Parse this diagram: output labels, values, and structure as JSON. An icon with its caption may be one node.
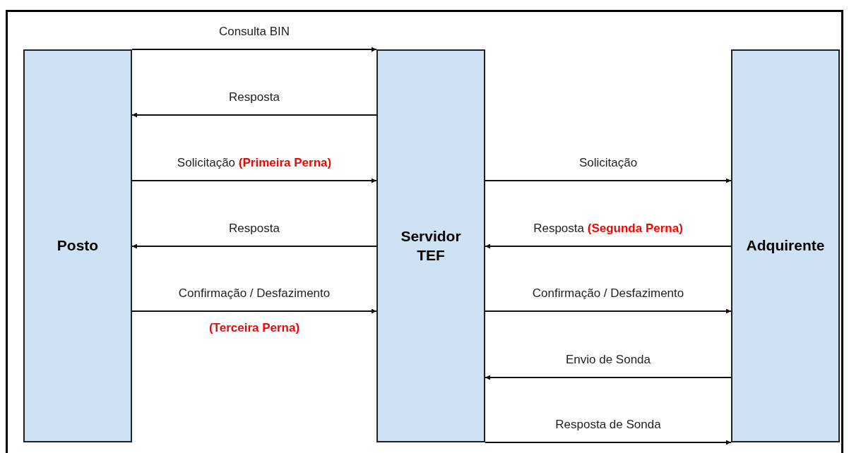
{
  "diagram": {
    "nodes": [
      {
        "text": [
          "Posto"
        ]
      },
      {
        "text": [
          "Servidor TEF"
        ]
      },
      {
        "text": [
          "Adquirente"
        ]
      }
    ],
    "edges": [
      {
        "from": 0,
        "to": 1,
        "arrow": "to",
        "label": "Consulta BIN"
      },
      {
        "from": 1,
        "to": 0,
        "arrow": "to",
        "label": "Resposta"
      },
      {
        "from": 0,
        "to": 1,
        "arrow": "to",
        "label": "Solicitação **(Primeira Perna)**"
      },
      {
        "from": 1,
        "to": 0,
        "arrow": "to",
        "label": "Resposta"
      },
      {
        "from": 0,
        "to": 1,
        "arrow": "to",
        "label": "Confirmação / Desfazimento"
      },
      {
        "from": 1,
        "to": 2,
        "arrow": "to",
        "label": "Solicitação"
      },
      {
        "from": 2,
        "to": 1,
        "arrow": "to",
        "label": "Resposta **(Segunda Perna)**"
      },
      {
        "from": 1,
        "to": 2,
        "arrow": "to",
        "label": "Confirmação / Desfazimento"
      },
      {
        "from": 2,
        "to": 1,
        "arrow": "to",
        "label": "Envio de Sonda"
      },
      {
        "from": 1,
        "to": 2,
        "arrow": "to",
        "label": "Resposta de Sonda"
      }
    ],
    "labels": [
      "(Terceira Perna)"
    ]
  }
}
